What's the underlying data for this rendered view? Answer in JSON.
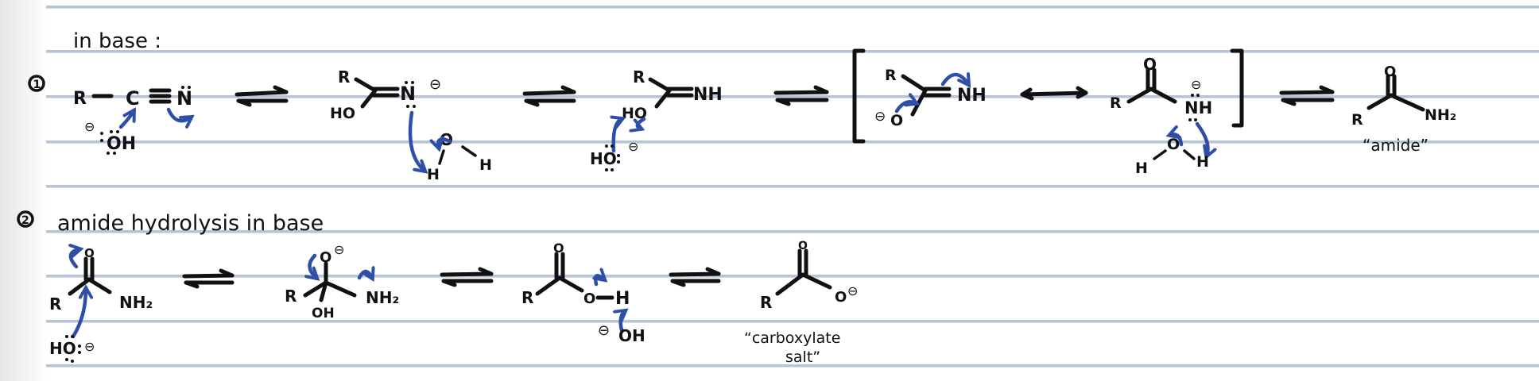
{
  "page": {
    "type": "handwritten notes",
    "ink_colors": {
      "black": "#111111",
      "blue": "#2e4fa8",
      "rule_line": "#b6c3da"
    }
  },
  "header": {
    "condition_label": "in base :"
  },
  "section1": {
    "number": "1",
    "step1": {
      "R": "R",
      "bond": "—",
      "C": "C",
      "triple": "≡",
      "N": "N",
      "nucleophile": "OH",
      "charge": "⊖"
    },
    "step2": {
      "R": "R",
      "HO": "HO",
      "N": "N",
      "charge": "⊖",
      "water_O": "O",
      "water_H1": "H",
      "water_H2": "H"
    },
    "step3": {
      "R": "R",
      "HO": "HO",
      "NH": "NH",
      "base": "HO",
      "charge": "⊖"
    },
    "step4_resonance_a": {
      "R": "R",
      "O": "O",
      "charge": "⊖",
      "NH": "NH"
    },
    "step4_resonance_b": {
      "R": "R",
      "O": "O",
      "NH": "NH",
      "charge": "⊖",
      "water_O": "O",
      "water_H1": "H",
      "water_H2": "H"
    },
    "product": {
      "R": "R",
      "O": "O",
      "NH2": "NH₂",
      "label": "“amide”"
    }
  },
  "section2": {
    "number": "2",
    "title": "amide hydrolysis in base",
    "step1": {
      "R": "R",
      "O": "O",
      "NH2": "NH₂",
      "nucleophile": "HO",
      "charge": "⊖"
    },
    "step2": {
      "R": "R",
      "O": "O",
      "charge": "⊖",
      "OH": "OH",
      "NH2": "NH₂"
    },
    "step3": {
      "R": "R",
      "O": "O",
      "O2": "O",
      "H": "H",
      "base": "OH",
      "charge": "⊖"
    },
    "product": {
      "R": "R",
      "O": "O",
      "O2": "O",
      "charge": "⊖",
      "label_line1": "“carboxylate",
      "label_line2": "salt”"
    }
  }
}
